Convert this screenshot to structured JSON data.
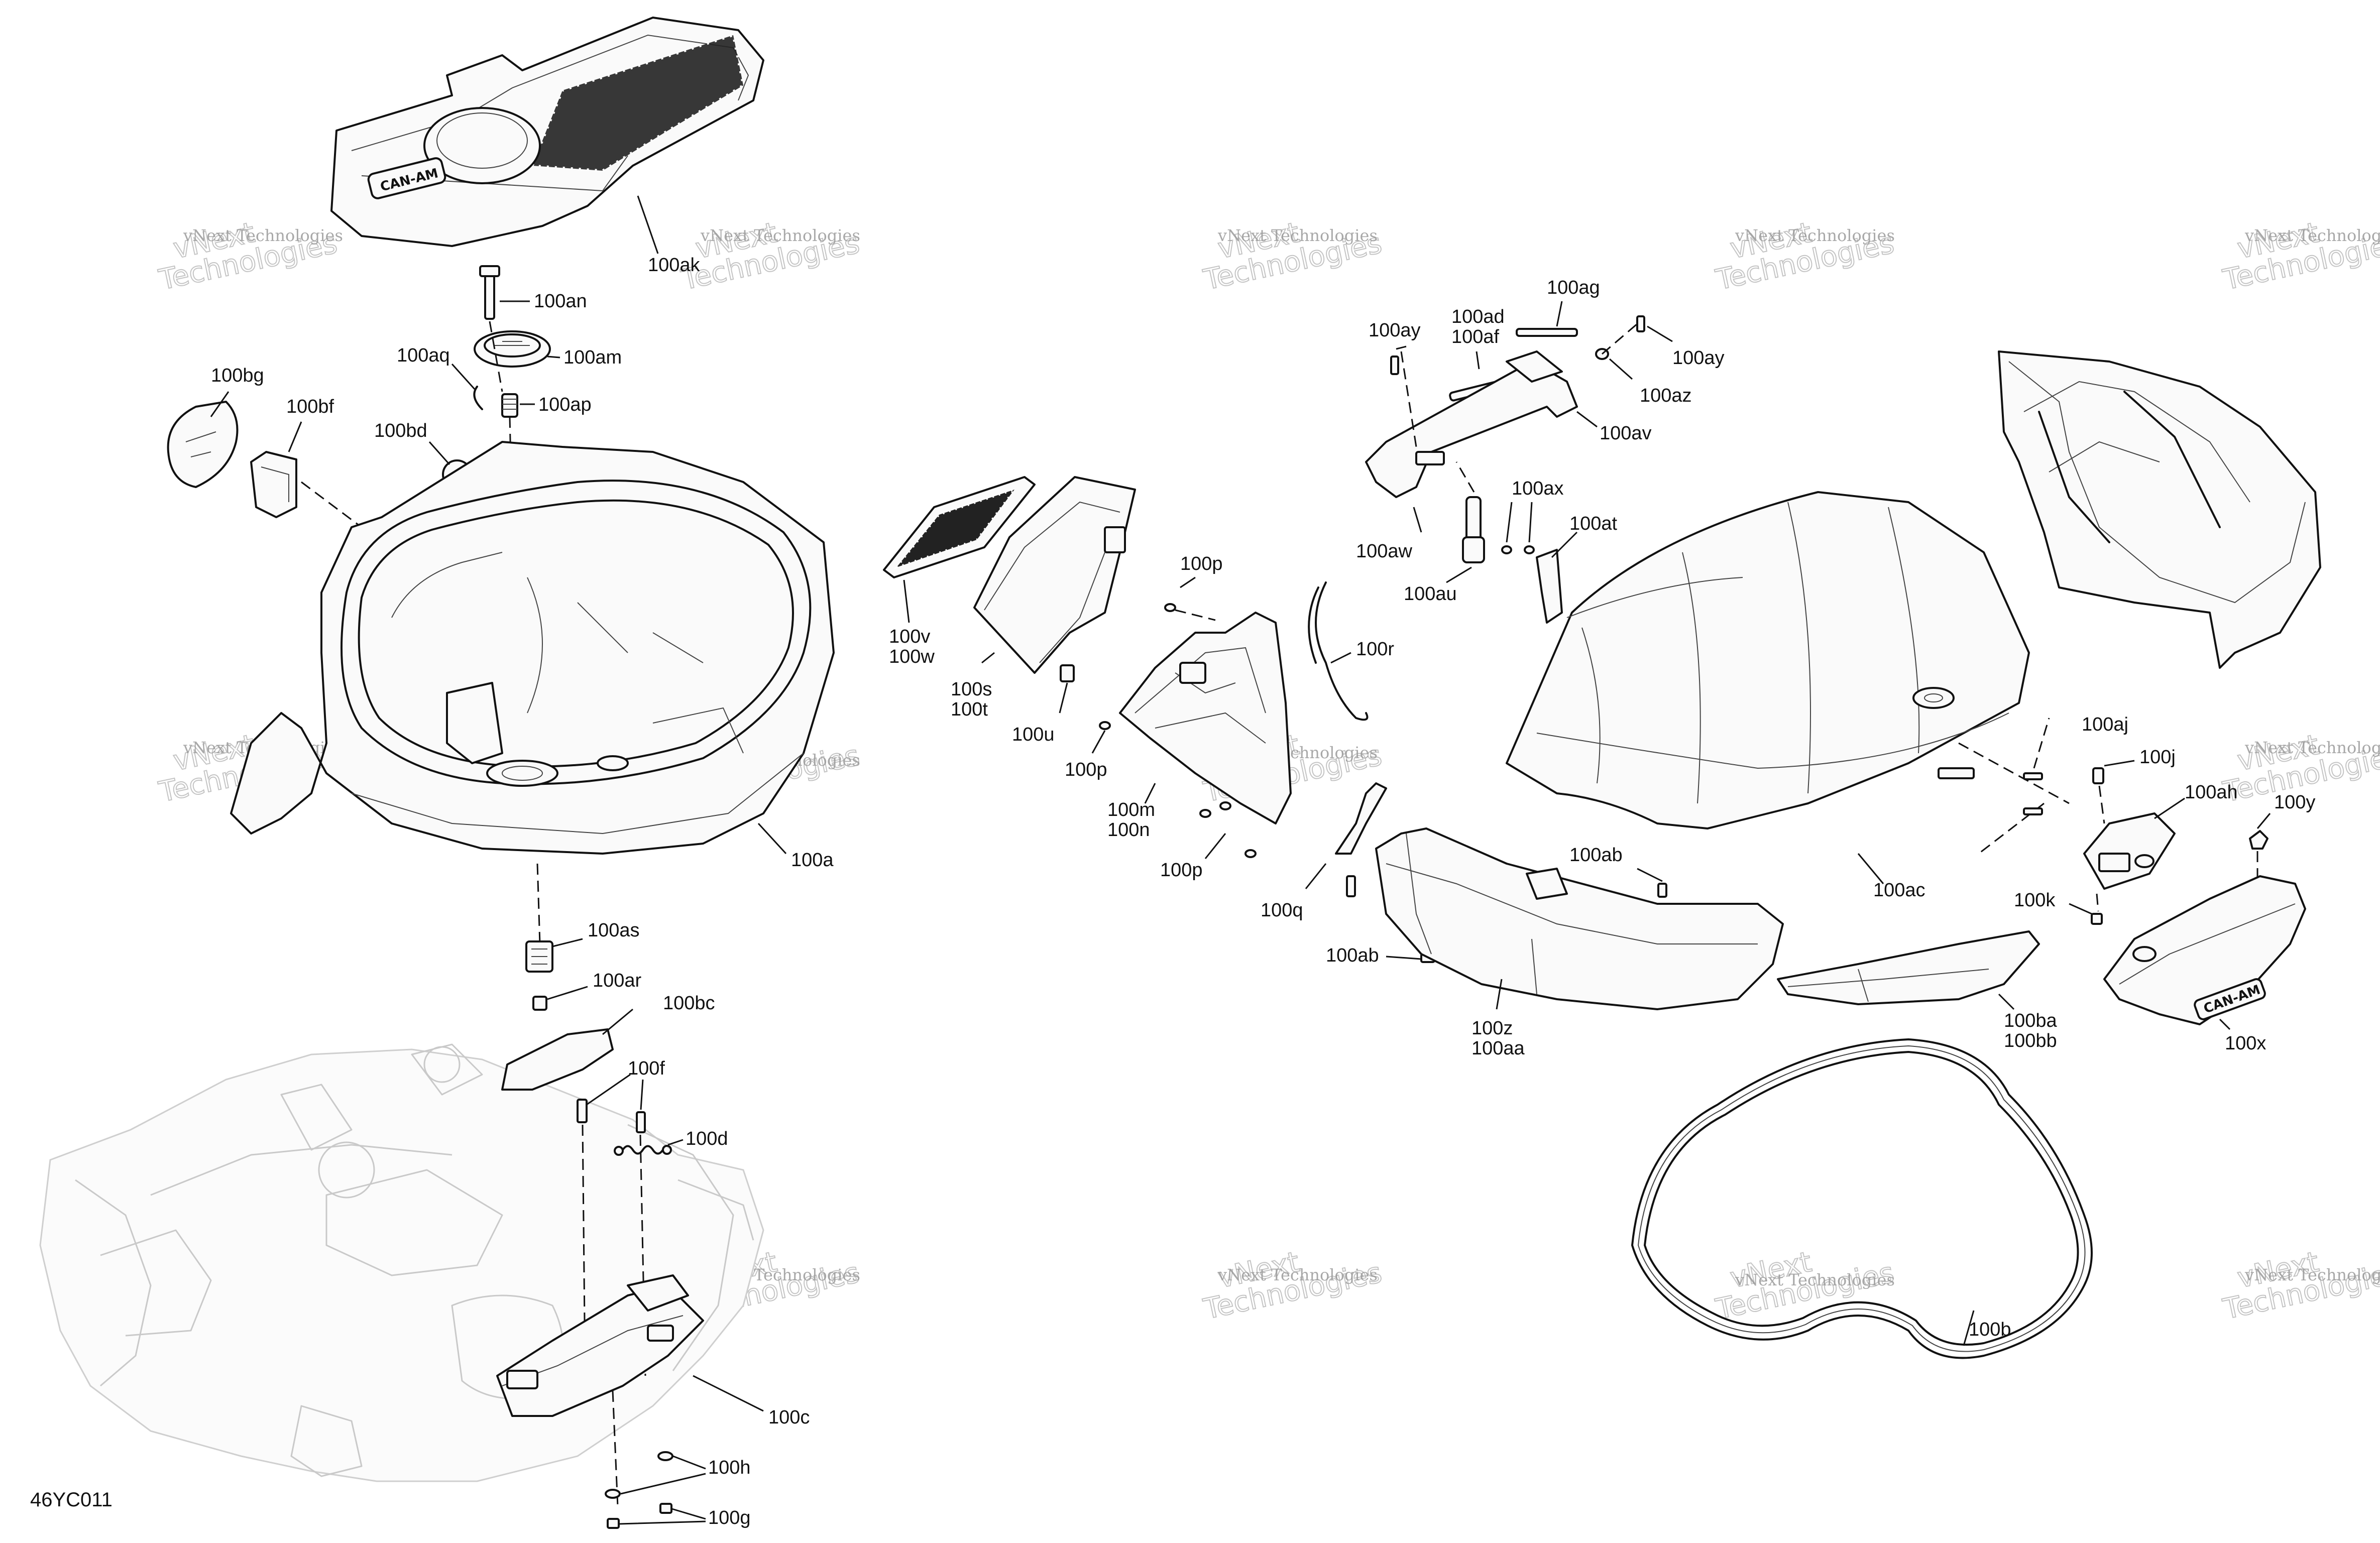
{
  "diagram_code": "46YC011",
  "watermark": {
    "line1": "vNext Technologies",
    "line2": "vNext",
    "line3": "Technologies"
  },
  "logo_text": "CAN-AM",
  "labels": {
    "l100ak": "100ak",
    "l100an": "100an",
    "l100am": "100am",
    "l100aq": "100aq",
    "l100ap": "100ap",
    "l100bg": "100bg",
    "l100bf": "100bf",
    "l100bd": "100bd",
    "l100a": "100a",
    "l100as": "100as",
    "l100ar": "100ar",
    "l100bc": "100bc",
    "l100f": "100f",
    "l100d": "100d",
    "l100c": "100c",
    "l100h": "100h",
    "l100g": "100g",
    "l100v": "100v",
    "l100w": "100w",
    "l100s": "100s",
    "l100t": "100t",
    "l100u": "100u",
    "l100p_a": "100p",
    "l100p_b": "100p",
    "l100p_c": "100p",
    "l100m": "100m",
    "l100n": "100n",
    "l100r": "100r",
    "l100q": "100q",
    "l100ay_a": "100ay",
    "l100ad": "100ad",
    "l100af": "100af",
    "l100ag": "100ag",
    "l100ay_b": "100ay",
    "l100az": "100az",
    "l100av": "100av",
    "l100aw": "100aw",
    "l100ax": "100ax",
    "l100at": "100at",
    "l100au": "100au",
    "l100aj": "100aj",
    "l100j": "100j",
    "l100ah": "100ah",
    "l100y": "100y",
    "l100ab_a": "100ab",
    "l100ab_b": "100ab",
    "l100ac": "100ac",
    "l100k": "100k",
    "l100z": "100z",
    "l100aa": "100aa",
    "l100ba": "100ba",
    "l100bb": "100bb",
    "l100x": "100x",
    "l100b": "100b"
  }
}
